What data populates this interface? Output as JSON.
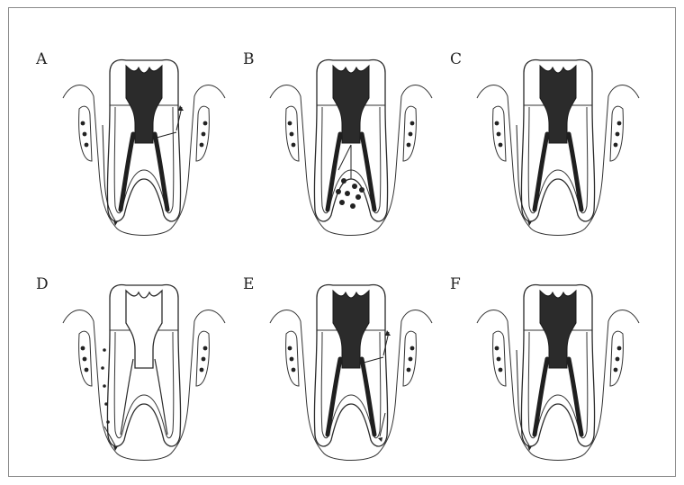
{
  "figure": {
    "panels": [
      {
        "id": "A",
        "label": "A",
        "variant": "perio-endo-lateral"
      },
      {
        "id": "B",
        "label": "B",
        "variant": "furcation-lesion"
      },
      {
        "id": "C",
        "label": "C",
        "variant": "perio-pocket"
      },
      {
        "id": "D",
        "label": "D",
        "variant": "non-vital-crown"
      },
      {
        "id": "E",
        "label": "E",
        "variant": "lateral-canal"
      },
      {
        "id": "F",
        "label": "F",
        "variant": "combined-lesion"
      }
    ],
    "colors": {
      "pulp": "#2b2b2b",
      "outline": "#2a2a2a",
      "frame": "#8a8a8a"
    }
  }
}
